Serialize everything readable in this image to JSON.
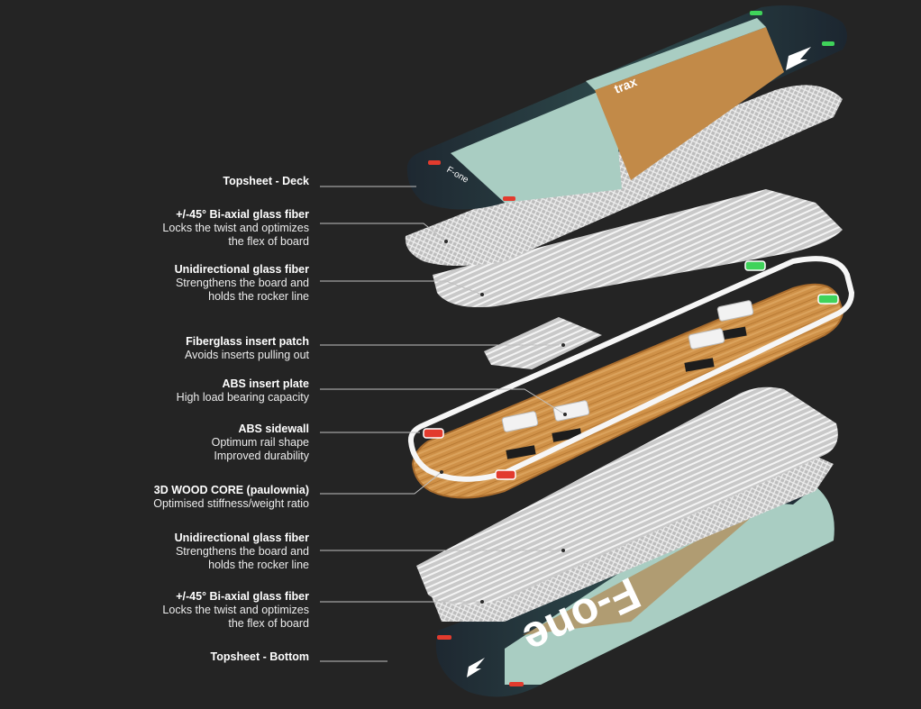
{
  "colors": {
    "background": "#242424",
    "deck_dark": "#1f2a33",
    "deck_mint": "#a9cdc2",
    "wood": "#c98c44",
    "abs_white": "#ffffff",
    "insert_green": "#3fd35a",
    "insert_red": "#e23b2e",
    "leader": "#bfbfbf"
  },
  "board": {
    "brand_top": "F-one",
    "model": "trax",
    "brand_bottom": "F-one",
    "logo": "f-one-wing-logo-icon"
  },
  "layers": [
    {
      "title": "Topsheet - Deck",
      "desc": []
    },
    {
      "title": "+/-45° Bi-axial glass fiber",
      "desc": [
        "Locks the twist and optimizes",
        "the flex of board"
      ]
    },
    {
      "title": "Unidirectional glass fiber",
      "desc": [
        "Strengthens the board and",
        "holds the rocker line"
      ]
    },
    {
      "title": "Fiberglass insert patch",
      "desc": [
        "Avoids inserts pulling out"
      ]
    },
    {
      "title": "ABS insert plate",
      "desc": [
        "High load bearing capacity"
      ]
    },
    {
      "title": "ABS sidewall",
      "desc": [
        "Optimum rail shape",
        "Improved durability"
      ]
    },
    {
      "title": "3D WOOD CORE (paulownia)",
      "desc": [
        "Optimised stiffness/weight ratio"
      ]
    },
    {
      "title": "Unidirectional glass fiber",
      "desc": [
        "Strengthens the board and",
        "holds the rocker line"
      ]
    },
    {
      "title": "+/-45° Bi-axial glass fiber",
      "desc": [
        "Locks the twist and optimizes",
        "the flex of board"
      ]
    },
    {
      "title": "Topsheet - Bottom",
      "desc": []
    }
  ]
}
